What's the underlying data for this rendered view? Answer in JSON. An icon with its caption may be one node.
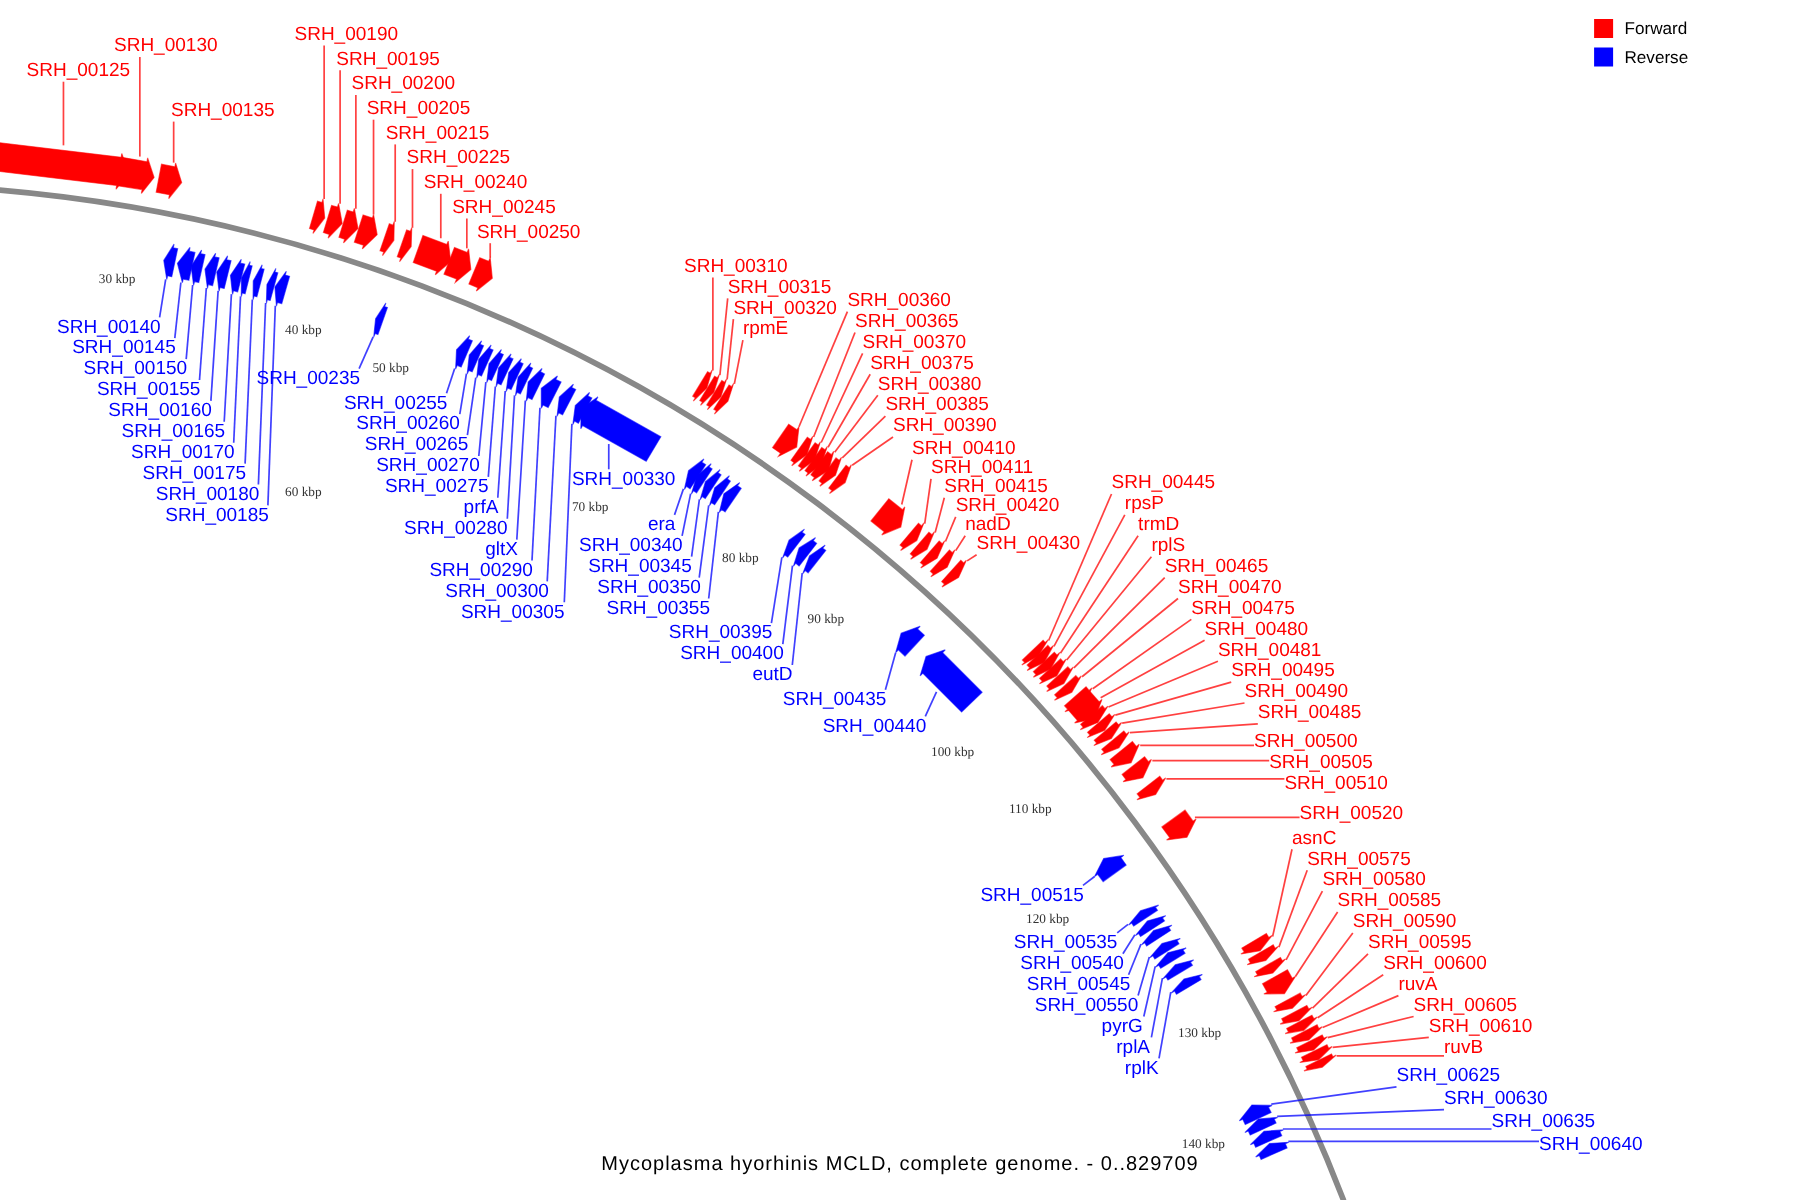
{
  "diagram": {
    "caption": "Mycoplasma hyorhinis MCLD, complete genome. - 0..829709",
    "nodes": [
      {
        "text": [
          "SRH_00125"
        ]
      },
      {
        "text": [
          "SRH_00130"
        ]
      },
      {
        "text": [
          "SRH_00135"
        ]
      },
      {
        "text": [
          "SRH_00190"
        ]
      },
      {
        "text": [
          "SRH_00195"
        ]
      },
      {
        "text": [
          "SRH_00200"
        ]
      },
      {
        "text": [
          "SRH_00205"
        ]
      },
      {
        "text": [
          "SRH_00215"
        ]
      },
      {
        "text": [
          "SRH_00225"
        ]
      },
      {
        "text": [
          "SRH_00240"
        ]
      },
      {
        "text": [
          "SRH_00245"
        ]
      },
      {
        "text": [
          "SRH_00250"
        ]
      },
      {
        "text": [
          "SRH_00310"
        ]
      },
      {
        "text": [
          "SRH_00315"
        ]
      },
      {
        "text": [
          "SRH_00320"
        ]
      },
      {
        "text": [
          "rpmE"
        ]
      },
      {
        "text": [
          "SRH_00360"
        ]
      },
      {
        "text": [
          "SRH_00365"
        ]
      },
      {
        "text": [
          "SRH_00370"
        ]
      },
      {
        "text": [
          "SRH_00375"
        ]
      },
      {
        "text": [
          "SRH_00380"
        ]
      },
      {
        "text": [
          "SRH_00385"
        ]
      },
      {
        "text": [
          "SRH_00390"
        ]
      },
      {
        "text": [
          "SRH_00410"
        ]
      },
      {
        "text": [
          "SRH_00411"
        ]
      },
      {
        "text": [
          "SRH_00415"
        ]
      },
      {
        "text": [
          "SRH_00420"
        ]
      },
      {
        "text": [
          "nadD"
        ]
      },
      {
        "text": [
          "SRH_00430"
        ]
      },
      {
        "text": [
          "trmD"
        ]
      },
      {
        "text": [
          "rpsP"
        ]
      },
      {
        "text": [
          "SRH_00445"
        ]
      },
      {
        "text": [
          "rplS"
        ]
      },
      {
        "text": [
          "SRH_00465"
        ]
      },
      {
        "text": [
          "SRH_00470"
        ]
      },
      {
        "text": [
          "SRH_00475"
        ]
      },
      {
        "text": [
          "SRH_00480"
        ]
      },
      {
        "text": [
          "SRH_00481"
        ]
      },
      {
        "text": [
          "SRH_00495"
        ]
      },
      {
        "text": [
          "SRH_00490"
        ]
      },
      {
        "text": [
          "SRH_00485"
        ]
      },
      {
        "text": [
          "SRH_00500"
        ]
      },
      {
        "text": [
          "SRH_00505"
        ]
      },
      {
        "text": [
          "SRH_00510"
        ]
      },
      {
        "text": [
          "SRH_00520"
        ]
      },
      {
        "text": [
          "asnC"
        ]
      },
      {
        "text": [
          "SRH_00575"
        ]
      },
      {
        "text": [
          "SRH_00580"
        ]
      },
      {
        "text": [
          "SRH_00585"
        ]
      },
      {
        "text": [
          "SRH_00590"
        ]
      },
      {
        "text": [
          "SRH_00595"
        ]
      },
      {
        "text": [
          "SRH_00600"
        ]
      },
      {
        "text": [
          "ruvA"
        ]
      },
      {
        "text": [
          "SRH_00605"
        ]
      },
      {
        "text": [
          "SRH_00610"
        ]
      },
      {
        "text": [
          "ruvB"
        ]
      },
      {
        "text": [
          "SRH_00140"
        ]
      },
      {
        "text": [
          "SRH_00145"
        ]
      },
      {
        "text": [
          "SRH_00150"
        ]
      },
      {
        "text": [
          "SRH_00155"
        ]
      },
      {
        "text": [
          "SRH_00160"
        ]
      },
      {
        "text": [
          "SRH_00165"
        ]
      },
      {
        "text": [
          "SRH_00170"
        ]
      },
      {
        "text": [
          "SRH_00175"
        ]
      },
      {
        "text": [
          "SRH_00180"
        ]
      },
      {
        "text": [
          "SRH_00185"
        ]
      },
      {
        "text": [
          "SRH_00235"
        ]
      },
      {
        "text": [
          "SRH_00255"
        ]
      },
      {
        "text": [
          "SRH_00260"
        ]
      },
      {
        "text": [
          "SRH_00265"
        ]
      },
      {
        "text": [
          "SRH_00270"
        ]
      },
      {
        "text": [
          "SRH_00275"
        ]
      },
      {
        "text": [
          "prfA"
        ]
      },
      {
        "text": [
          "SRH_00280"
        ]
      },
      {
        "text": [
          "gltX"
        ]
      },
      {
        "text": [
          "SRH_00290"
        ]
      },
      {
        "text": [
          "SRH_00300"
        ]
      },
      {
        "text": [
          "SRH_00305"
        ]
      },
      {
        "text": [
          "SRH_00330"
        ]
      },
      {
        "text": [
          "era"
        ]
      },
      {
        "text": [
          "SRH_00340"
        ]
      },
      {
        "text": [
          "SRH_00345"
        ]
      },
      {
        "text": [
          "SRH_00350"
        ]
      },
      {
        "text": [
          "SRH_00355"
        ]
      },
      {
        "text": [
          "SRH_00395"
        ]
      },
      {
        "text": [
          "SRH_00400"
        ]
      },
      {
        "text": [
          "eutD"
        ]
      },
      {
        "text": [
          "SRH_00435"
        ]
      },
      {
        "text": [
          "SRH_00440"
        ]
      },
      {
        "text": [
          "SRH_00515"
        ]
      },
      {
        "text": [
          "SRH_00535"
        ]
      },
      {
        "text": [
          "SRH_00540"
        ]
      },
      {
        "text": [
          "SRH_00545"
        ]
      },
      {
        "text": [
          "SRH_00550"
        ]
      },
      {
        "text": [
          "pyrG"
        ]
      },
      {
        "text": [
          "rplA"
        ]
      },
      {
        "text": [
          "rplK"
        ]
      },
      {
        "text": [
          "SRH_00625"
        ]
      },
      {
        "text": [
          "SRH_00630"
        ]
      },
      {
        "text": [
          "SRH_00635"
        ]
      },
      {
        "text": [
          "SRH_00640"
        ]
      },
      {
        "text": [],
        "shape": "arrow"
      },
      {
        "text": [],
        "shape": "arrow"
      },
      {
        "text": [],
        "shape": "arrow"
      },
      {
        "text": [],
        "shape": "arrow"
      },
      {
        "text": [],
        "shape": "arrow"
      },
      {
        "text": [],
        "shape": "arrow"
      },
      {
        "text": [],
        "shape": "arrow"
      },
      {
        "text": [],
        "shape": "arrow"
      },
      {
        "text": [],
        "shape": "arrow"
      },
      {
        "text": [],
        "shape": "arrow"
      },
      {
        "text": [],
        "shape": "arrow"
      },
      {
        "text": [],
        "shape": "arrow"
      },
      {
        "text": [],
        "shape": "arrow"
      },
      {
        "text": [],
        "shape": "arrow"
      },
      {
        "text": [],
        "shape": "arrow"
      },
      {
        "text": [],
        "shape": "arrow"
      },
      {
        "text": [],
        "shape": "arrow"
      },
      {
        "text": [],
        "shape": "arrow"
      },
      {
        "text": [],
        "shape": "arrow"
      },
      {
        "text": [],
        "shape": "arrow"
      },
      {
        "text": [],
        "shape": "arrow"
      },
      {
        "text": [],
        "shape": "arrow"
      },
      {
        "text": [],
        "shape": "arrow"
      },
      {
        "text": [],
        "shape": "arrow"
      },
      {
        "text": [],
        "shape": "arrow"
      },
      {
        "text": [],
        "shape": "arrow"
      },
      {
        "text": [],
        "shape": "arrow"
      },
      {
        "text": [],
        "shape": "arrow"
      },
      {
        "text": [],
        "shape": "arrow"
      },
      {
        "text": [],
        "shape": "arrow"
      },
      {
        "text": [],
        "shape": "arrow"
      },
      {
        "text": [],
        "shape": "arrow"
      },
      {
        "text": [],
        "shape": "arrow"
      },
      {
        "text": [],
        "shape": "arrow"
      },
      {
        "text": [],
        "shape": "arrow"
      },
      {
        "text": [],
        "shape": "arrow"
      },
      {
        "text": [],
        "shape": "arrow"
      },
      {
        "text": [],
        "shape": "arrow"
      },
      {
        "text": [],
        "shape": "arrow"
      },
      {
        "text": [],
        "shape": "arrow"
      },
      {
        "text": [],
        "shape": "arrow"
      },
      {
        "text": [],
        "shape": "arrow"
      },
      {
        "text": [],
        "shape": "arrow"
      },
      {
        "text": [],
        "shape": "arrow"
      },
      {
        "text": [],
        "shape": "arrow"
      },
      {
        "text": [],
        "shape": "arrow"
      },
      {
        "text": [],
        "shape": "arrow"
      },
      {
        "text": [],
        "shape": "arrow"
      },
      {
        "text": [],
        "shape": "arrow"
      },
      {
        "text": [],
        "shape": "arrow"
      },
      {
        "text": [],
        "shape": "arrow"
      },
      {
        "text": [],
        "shape": "arrow"
      },
      {
        "text": [],
        "shape": "arrow"
      },
      {
        "text": [],
        "shape": "arrow"
      },
      {
        "text": [],
        "shape": "arrow"
      },
      {
        "text": [],
        "shape": "arrow"
      },
      {
        "text": [],
        "shape": "arrow"
      },
      {
        "text": [],
        "shape": "arrow"
      },
      {
        "text": [],
        "shape": "arrow"
      },
      {
        "text": [],
        "shape": "arrow"
      },
      {
        "text": [],
        "shape": "arrow"
      },
      {
        "text": [],
        "shape": "arrow"
      },
      {
        "text": [],
        "shape": "arrow"
      },
      {
        "text": [],
        "shape": "arrow"
      },
      {
        "text": [],
        "shape": "arrow"
      },
      {
        "text": [],
        "shape": "arrow"
      },
      {
        "text": [],
        "shape": "arrow"
      },
      {
        "text": [],
        "shape": "arrow"
      },
      {
        "text": [],
        "shape": "arrow"
      },
      {
        "text": [],
        "shape": "arrow"
      },
      {
        "text": [],
        "shape": "arrow"
      },
      {
        "text": [],
        "shape": "arrow"
      },
      {
        "text": [],
        "shape": "arrow"
      },
      {
        "text": [],
        "shape": "arrow"
      },
      {
        "text": [],
        "shape": "arrow"
      },
      {
        "text": [],
        "shape": "arrow"
      },
      {
        "text": [],
        "shape": "arrow"
      },
      {
        "text": [],
        "shape": "arrow"
      },
      {
        "text": [],
        "shape": "arrow"
      },
      {
        "text": [],
        "shape": "arrow"
      },
      {
        "text": [],
        "shape": "arrow"
      },
      {
        "text": [],
        "shape": "arrow"
      },
      {
        "text": [],
        "shape": "arrow"
      },
      {
        "text": [],
        "shape": "arrow"
      },
      {
        "text": [],
        "shape": "arrow"
      },
      {
        "text": [],
        "shape": "arrow"
      },
      {
        "text": [],
        "shape": "arrow"
      },
      {
        "text": [],
        "shape": "arrow"
      },
      {
        "text": [],
        "shape": "arrow"
      },
      {
        "text": [],
        "shape": "arrow"
      },
      {
        "text": [],
        "shape": "arrow"
      },
      {
        "text": [],
        "shape": "arrow"
      },
      {
        "text": [],
        "shape": "arrow"
      },
      {
        "text": [],
        "shape": "arrow"
      },
      {
        "text": [],
        "shape": "arrow"
      },
      {
        "text": [],
        "shape": "arrow"
      },
      {
        "text": [],
        "shape": "arrow"
      },
      {
        "text": [],
        "shape": "arrow"
      },
      {
        "text": [],
        "shape": "arrow"
      },
      {
        "text": [],
        "shape": "arrow"
      },
      {
        "text": [],
        "shape": "arrow"
      }
    ],
    "edges": [
      {
        "from": 0,
        "to": 101,
        "arrow": "none",
        "color": "#ff0000"
      },
      {
        "from": 1,
        "to": 102,
        "arrow": "none",
        "color": "#ff0000"
      },
      {
        "from": 2,
        "to": 103,
        "arrow": "none",
        "color": "#ff0000"
      },
      {
        "from": 3,
        "to": 104,
        "arrow": "none",
        "color": "#ff0000"
      },
      {
        "from": 4,
        "to": 105,
        "arrow": "none",
        "color": "#ff0000"
      },
      {
        "from": 5,
        "to": 106,
        "arrow": "none",
        "color": "#ff0000"
      },
      {
        "from": 6,
        "to": 107,
        "arrow": "none",
        "color": "#ff0000"
      },
      {
        "from": 7,
        "to": 108,
        "arrow": "none",
        "color": "#ff0000"
      },
      {
        "from": 8,
        "to": 109,
        "arrow": "none",
        "color": "#ff0000"
      },
      {
        "from": 9,
        "to": 110,
        "arrow": "none",
        "color": "#ff0000"
      },
      {
        "from": 10,
        "to": 111,
        "arrow": "none",
        "color": "#ff0000"
      },
      {
        "from": 11,
        "to": 112,
        "arrow": "none",
        "color": "#ff0000"
      },
      {
        "from": 12,
        "to": 113,
        "arrow": "none",
        "color": "#ff0000"
      },
      {
        "from": 13,
        "to": 114,
        "arrow": "none",
        "color": "#ff0000"
      },
      {
        "from": 14,
        "to": 115,
        "arrow": "none",
        "color": "#ff0000"
      },
      {
        "from": 15,
        "to": 116,
        "arrow": "none",
        "color": "#ff0000"
      },
      {
        "from": 16,
        "to": 117,
        "arrow": "none",
        "color": "#ff0000"
      },
      {
        "from": 17,
        "to": 118,
        "arrow": "none",
        "color": "#ff0000"
      },
      {
        "from": 18,
        "to": 119,
        "arrow": "none",
        "color": "#ff0000"
      },
      {
        "from": 19,
        "to": 120,
        "arrow": "none",
        "color": "#ff0000"
      },
      {
        "from": 20,
        "to": 121,
        "arrow": "none",
        "color": "#ff0000"
      },
      {
        "from": 21,
        "to": 122,
        "arrow": "none",
        "color": "#ff0000"
      },
      {
        "from": 22,
        "to": 123,
        "arrow": "none",
        "color": "#ff0000"
      },
      {
        "from": 23,
        "to": 124,
        "arrow": "none",
        "color": "#ff0000"
      },
      {
        "from": 24,
        "to": 125,
        "arrow": "none",
        "color": "#ff0000"
      },
      {
        "from": 25,
        "to": 126,
        "arrow": "none",
        "color": "#ff0000"
      },
      {
        "from": 26,
        "to": 127,
        "arrow": "none",
        "color": "#ff0000"
      },
      {
        "from": 27,
        "to": 128,
        "arrow": "none",
        "color": "#ff0000"
      },
      {
        "from": 28,
        "to": 129,
        "arrow": "none",
        "color": "#ff0000"
      },
      {
        "from": 29,
        "to": 130,
        "arrow": "none",
        "color": "#ff0000"
      },
      {
        "from": 30,
        "to": 131,
        "arrow": "none",
        "color": "#ff0000"
      },
      {
        "from": 31,
        "to": 132,
        "arrow": "none",
        "color": "#ff0000"
      },
      {
        "from": 32,
        "to": 133,
        "arrow": "none",
        "color": "#ff0000"
      },
      {
        "from": 33,
        "to": 134,
        "arrow": "none",
        "color": "#ff0000"
      },
      {
        "from": 34,
        "to": 135,
        "arrow": "none",
        "color": "#ff0000"
      },
      {
        "from": 35,
        "to": 136,
        "arrow": "none",
        "color": "#ff0000"
      },
      {
        "from": 36,
        "to": 137,
        "arrow": "none",
        "color": "#ff0000"
      },
      {
        "from": 37,
        "to": 138,
        "arrow": "none",
        "color": "#ff0000"
      },
      {
        "from": 38,
        "to": 139,
        "arrow": "none",
        "color": "#ff0000"
      },
      {
        "from": 39,
        "to": 140,
        "arrow": "none",
        "color": "#ff0000"
      },
      {
        "from": 40,
        "to": 141,
        "arrow": "none",
        "color": "#ff0000"
      },
      {
        "from": 41,
        "to": 142,
        "arrow": "none",
        "color": "#ff0000"
      },
      {
        "from": 42,
        "to": 143,
        "arrow": "none",
        "color": "#ff0000"
      },
      {
        "from": 43,
        "to": 144,
        "arrow": "none",
        "color": "#ff0000"
      },
      {
        "from": 44,
        "to": 145,
        "arrow": "none",
        "color": "#ff0000"
      },
      {
        "from": 45,
        "to": 146,
        "arrow": "none",
        "color": "#ff0000"
      },
      {
        "from": 46,
        "to": 147,
        "arrow": "none",
        "color": "#ff0000"
      },
      {
        "from": 47,
        "to": 148,
        "arrow": "none",
        "color": "#ff0000"
      },
      {
        "from": 48,
        "to": 149,
        "arrow": "none",
        "color": "#ff0000"
      },
      {
        "from": 49,
        "to": 150,
        "arrow": "none",
        "color": "#ff0000"
      },
      {
        "from": 50,
        "to": 151,
        "arrow": "none",
        "color": "#ff0000"
      },
      {
        "from": 51,
        "to": 152,
        "arrow": "none",
        "color": "#ff0000"
      },
      {
        "from": 52,
        "to": 153,
        "arrow": "none",
        "color": "#ff0000"
      },
      {
        "from": 53,
        "to": 154,
        "arrow": "none",
        "color": "#ff0000"
      },
      {
        "from": 54,
        "to": 155,
        "arrow": "none",
        "color": "#ff0000"
      },
      {
        "from": 55,
        "to": 156,
        "arrow": "none",
        "color": "#ff0000"
      },
      {
        "from": 56,
        "to": 157,
        "arrow": "none",
        "color": "#0000ff"
      },
      {
        "from": 57,
        "to": 158,
        "arrow": "none",
        "color": "#0000ff"
      },
      {
        "from": 58,
        "to": 159,
        "arrow": "none",
        "color": "#0000ff"
      },
      {
        "from": 59,
        "to": 160,
        "arrow": "none",
        "color": "#0000ff"
      },
      {
        "from": 60,
        "to": 161,
        "arrow": "none",
        "color": "#0000ff"
      },
      {
        "from": 61,
        "to": 162,
        "arrow": "none",
        "color": "#0000ff"
      },
      {
        "from": 62,
        "to": 163,
        "arrow": "none",
        "color": "#0000ff"
      },
      {
        "from": 63,
        "to": 164,
        "arrow": "none",
        "color": "#0000ff"
      },
      {
        "from": 64,
        "to": 165,
        "arrow": "none",
        "color": "#0000ff"
      },
      {
        "from": 65,
        "to": 166,
        "arrow": "none",
        "color": "#0000ff"
      },
      {
        "from": 66,
        "to": 167,
        "arrow": "none",
        "color": "#0000ff"
      },
      {
        "from": 67,
        "to": 168,
        "arrow": "none",
        "color": "#0000ff"
      },
      {
        "from": 68,
        "to": 169,
        "arrow": "none",
        "color": "#0000ff"
      },
      {
        "from": 69,
        "to": 170,
        "arrow": "none",
        "color": "#0000ff"
      },
      {
        "from": 70,
        "to": 171,
        "arrow": "none",
        "color": "#0000ff"
      },
      {
        "from": 71,
        "to": 172,
        "arrow": "none",
        "color": "#0000ff"
      },
      {
        "from": 72,
        "to": 173,
        "arrow": "none",
        "color": "#0000ff"
      },
      {
        "from": 73,
        "to": 174,
        "arrow": "none",
        "color": "#0000ff"
      },
      {
        "from": 74,
        "to": 175,
        "arrow": "none",
        "color": "#0000ff"
      },
      {
        "from": 75,
        "to": 176,
        "arrow": "none",
        "color": "#0000ff"
      },
      {
        "from": 76,
        "to": 177,
        "arrow": "none",
        "color": "#0000ff"
      },
      {
        "from": 77,
        "to": 178,
        "arrow": "none",
        "color": "#0000ff"
      },
      {
        "from": 78,
        "to": 179,
        "arrow": "none",
        "color": "#0000ff"
      },
      {
        "from": 79,
        "to": 180,
        "arrow": "none",
        "color": "#0000ff"
      },
      {
        "from": 80,
        "to": 181,
        "arrow": "none",
        "color": "#0000ff"
      },
      {
        "from": 81,
        "to": 182,
        "arrow": "none",
        "color": "#0000ff"
      },
      {
        "from": 82,
        "to": 183,
        "arrow": "none",
        "color": "#0000ff"
      },
      {
        "from": 83,
        "to": 184,
        "arrow": "none",
        "color": "#0000ff"
      },
      {
        "from": 84,
        "to": 185,
        "arrow": "none",
        "color": "#0000ff"
      },
      {
        "from": 85,
        "to": 186,
        "arrow": "none",
        "color": "#0000ff"
      },
      {
        "from": 86,
        "to": 187,
        "arrow": "none",
        "color": "#0000ff"
      },
      {
        "from": 87,
        "to": 188,
        "arrow": "none",
        "color": "#0000ff"
      },
      {
        "from": 88,
        "to": 189,
        "arrow": "none",
        "color": "#0000ff"
      },
      {
        "from": 89,
        "to": 190,
        "arrow": "none",
        "color": "#0000ff"
      },
      {
        "from": 90,
        "to": 191,
        "arrow": "none",
        "color": "#0000ff"
      },
      {
        "from": 91,
        "to": 192,
        "arrow": "none",
        "color": "#0000ff"
      },
      {
        "from": 92,
        "to": 193,
        "arrow": "none",
        "color": "#0000ff"
      },
      {
        "from": 93,
        "to": 194,
        "arrow": "none",
        "color": "#0000ff"
      },
      {
        "from": 94,
        "to": 195,
        "arrow": "none",
        "color": "#0000ff"
      },
      {
        "from": 95,
        "to": 196,
        "arrow": "none",
        "color": "#0000ff"
      },
      {
        "from": 96,
        "to": 197,
        "arrow": "none",
        "color": "#0000ff"
      },
      {
        "from": 97,
        "to": 198,
        "arrow": "none",
        "color": "#0000ff"
      },
      {
        "from": 98,
        "to": 199,
        "arrow": "none",
        "color": "#0000ff"
      },
      {
        "from": 99,
        "to": 200,
        "arrow": "none",
        "color": "#0000ff"
      },
      {
        "from": 100,
        "to": 201,
        "arrow": "none",
        "color": "#0000ff"
      }
    ],
    "labels": [
      "30 kbp",
      "40 kbp",
      "50 kbp",
      "60 kbp",
      "70 kbp",
      "80 kbp",
      "90 kbp",
      "100 kbp",
      "110 kbp",
      "120 kbp",
      "130 kbp",
      "140 kbp"
    ],
    "legend": [
      {
        "text": "Forward",
        "color": "#ff0000"
      },
      {
        "text": "Reverse",
        "color": "#0000ff"
      }
    ]
  }
}
